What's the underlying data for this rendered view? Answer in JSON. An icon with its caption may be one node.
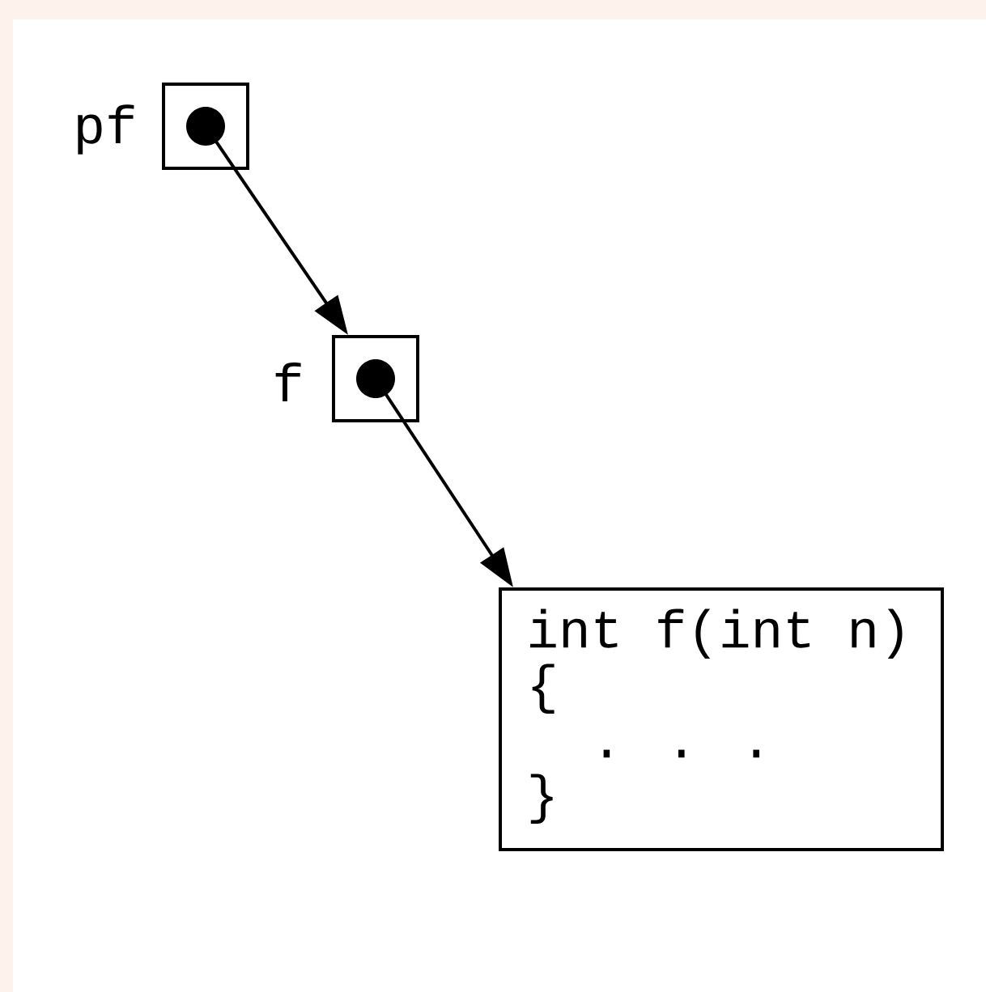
{
  "diagram": {
    "nodes": [
      {
        "text": [
          "pf"
        ]
      },
      {
        "text": [
          "f"
        ]
      },
      {
        "text": [
          "int f(int n)",
          "{",
          ". . .",
          "}"
        ]
      }
    ],
    "edges": [
      {
        "from": 0,
        "to": 1,
        "arrow": "to"
      },
      {
        "from": 1,
        "to": 2,
        "arrow": "to"
      }
    ]
  }
}
